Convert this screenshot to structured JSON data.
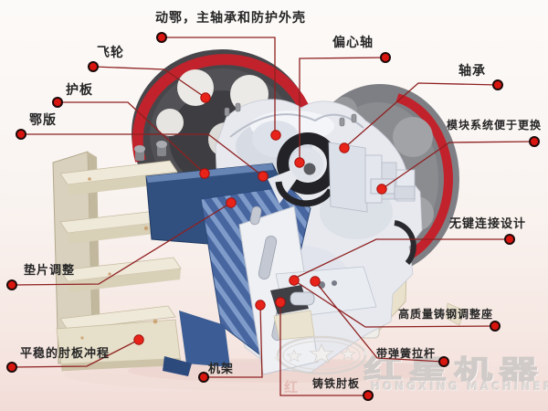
{
  "scene": {
    "description": "Cutaway structure diagram of a jaw crusher with Chinese part callouts",
    "background_top": "#fcfaf8",
    "background_bottom": "#f2dcd8"
  },
  "callouts": [
    {
      "id": "moving-jaw-main-bearing-housing",
      "label": "动鄂，主轴承和防护外壳"
    },
    {
      "id": "flywheel",
      "label": "飞轮"
    },
    {
      "id": "guard-plate",
      "label": "护板"
    },
    {
      "id": "jaw-plate",
      "label": "鄂版"
    },
    {
      "id": "shim-adjustment",
      "label": "垫片调整"
    },
    {
      "id": "smooth-toggle-stroke",
      "label": "平稳的肘板冲程"
    },
    {
      "id": "frame",
      "label": "机架"
    },
    {
      "id": "cast-iron-toggle-plate",
      "label": "铸铁肘板"
    },
    {
      "id": "spring-tie-rod",
      "label": "带弹簧拉杆"
    },
    {
      "id": "cast-steel-adjusting-seat",
      "label": "高质量铸钢调整座"
    },
    {
      "id": "keyless-connection-design",
      "label": "无键连接设计"
    },
    {
      "id": "module-system-easy-replace",
      "label": "模块系统便于更换"
    },
    {
      "id": "bearing",
      "label": "轴承"
    },
    {
      "id": "eccentric-shaft",
      "label": "偏心轴"
    }
  ],
  "logo": {
    "cn": "红星机器",
    "en": "HONGXING MACHINERY",
    "stamp": "红"
  },
  "colors": {
    "callout_line": "#8e2020",
    "callout_dot": "#da1510",
    "flywheel_rim_red": "#c2222b",
    "flywheel_dark_gray": "#47474b",
    "flywheel_light_gray": "#7e7f84",
    "jaw_plate_blue": "#47659f",
    "body_light_gray": "#e7e9ef",
    "hopper_cream": "#efe9da"
  }
}
